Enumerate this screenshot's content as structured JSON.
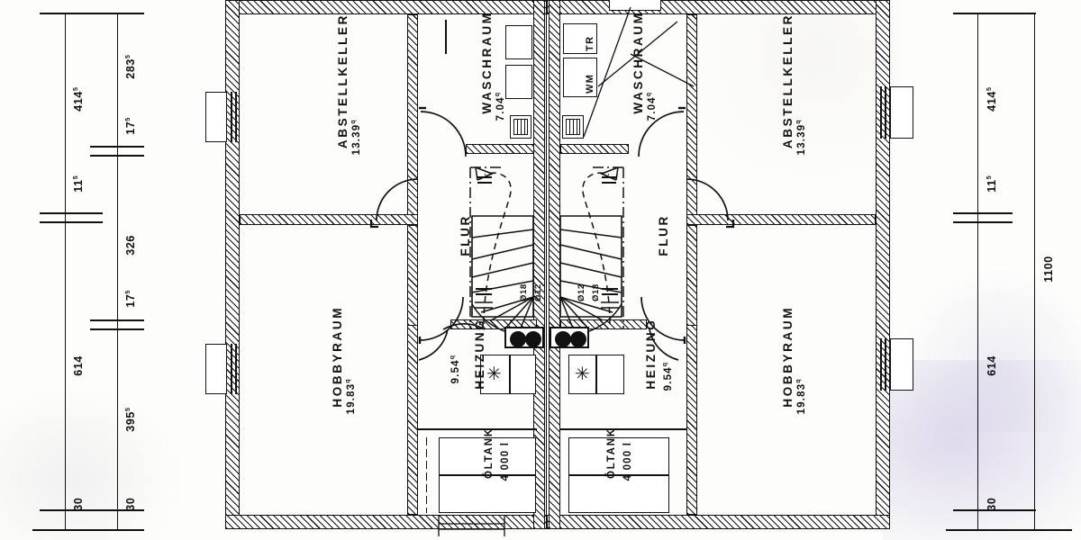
{
  "drawing": {
    "type": "architectural-floor-plan",
    "description": "Kellergeschoss (basement) floor plan of a semi-detached / duplex house, mirrored about the central party wall",
    "scale_unit": "cm",
    "area_unit_symbol": "q"
  },
  "units": {
    "left": {
      "rooms": [
        {
          "id": "abstellkeller-left",
          "name": "ABSTELLKELLER",
          "area": "13.39",
          "area_unit": "q"
        },
        {
          "id": "waschraum-left",
          "name": "WASCHRAUM",
          "area": "7.04",
          "area_unit": "q"
        },
        {
          "id": "flur-left",
          "name": "FLUR",
          "area": "",
          "area_unit": ""
        },
        {
          "id": "hobbyraum-left",
          "name": "HOBBYRAUM",
          "area": "19.83",
          "area_unit": "q"
        },
        {
          "id": "heizung-left",
          "name": "HEIZUNG",
          "area": "9.54",
          "area_unit": "q"
        }
      ],
      "fixtures": [
        {
          "id": "oeltank-left",
          "name": "ÖLTANK",
          "capacity": "4 000 l"
        }
      ],
      "pipes": [
        {
          "id": "pipe-18-left",
          "label": "Ø18"
        },
        {
          "id": "pipe-12-left",
          "label": "Ø12"
        }
      ]
    },
    "right": {
      "rooms": [
        {
          "id": "abstellkeller-right",
          "name": "ABSTELLKELLER",
          "area": "13.39",
          "area_unit": "q"
        },
        {
          "id": "waschraum-right",
          "name": "WASCHRAUM",
          "area": "7.04",
          "area_unit": "q"
        },
        {
          "id": "flur-right",
          "name": "FLUR",
          "area": "",
          "area_unit": ""
        },
        {
          "id": "hobbyraum-right",
          "name": "HOBBYRAUM",
          "area": "19.83",
          "area_unit": "q"
        },
        {
          "id": "heizung-right",
          "name": "HEIZUNG",
          "area": "9.54",
          "area_unit": "q"
        }
      ],
      "fixtures": [
        {
          "id": "oeltank-right",
          "name": "ÖLTANK",
          "capacity": "4 000 l"
        }
      ],
      "pipes": [
        {
          "id": "pipe-12-right",
          "label": "Ø12"
        },
        {
          "id": "pipe-18-right",
          "label": "Ø18"
        }
      ]
    }
  },
  "appliances": [
    {
      "id": "washing-machine",
      "label": "WM",
      "meaning": "Waschmaschine"
    },
    {
      "id": "tumble-dryer",
      "label": "TR",
      "meaning": "Trockner"
    }
  ],
  "dimensions": {
    "left_outer_chain": [
      {
        "id": "l-out-414",
        "value": "414",
        "sup": "5"
      },
      {
        "id": "l-out-115",
        "value": "11",
        "sup": "5"
      },
      {
        "id": "l-out-614",
        "value": "614",
        "sup": ""
      },
      {
        "id": "l-out-30",
        "value": "30",
        "sup": ""
      }
    ],
    "left_inner_chain": [
      {
        "id": "l-in-2835",
        "value": "283",
        "sup": "5"
      },
      {
        "id": "l-in-175a",
        "value": "17",
        "sup": "5"
      },
      {
        "id": "l-in-326",
        "value": "326",
        "sup": ""
      },
      {
        "id": "l-in-175b",
        "value": "17",
        "sup": "5"
      },
      {
        "id": "l-in-3955",
        "value": "395",
        "sup": "5"
      },
      {
        "id": "l-in-30",
        "value": "30",
        "sup": ""
      }
    ],
    "right_inner_chain": [
      {
        "id": "r-in-414",
        "value": "414",
        "sup": "5"
      },
      {
        "id": "r-in-115",
        "value": "11",
        "sup": "5"
      },
      {
        "id": "r-in-614",
        "value": "614",
        "sup": ""
      },
      {
        "id": "r-in-30",
        "value": "30",
        "sup": ""
      }
    ],
    "right_outer_chain": [
      {
        "id": "r-out-1100",
        "value": "1100",
        "sup": ""
      }
    ]
  },
  "colors": {
    "ink": "#111111",
    "paper": "#fdfdfb",
    "stain_lavender": "#b0a4d6",
    "wall_fill": "#ffffff"
  }
}
